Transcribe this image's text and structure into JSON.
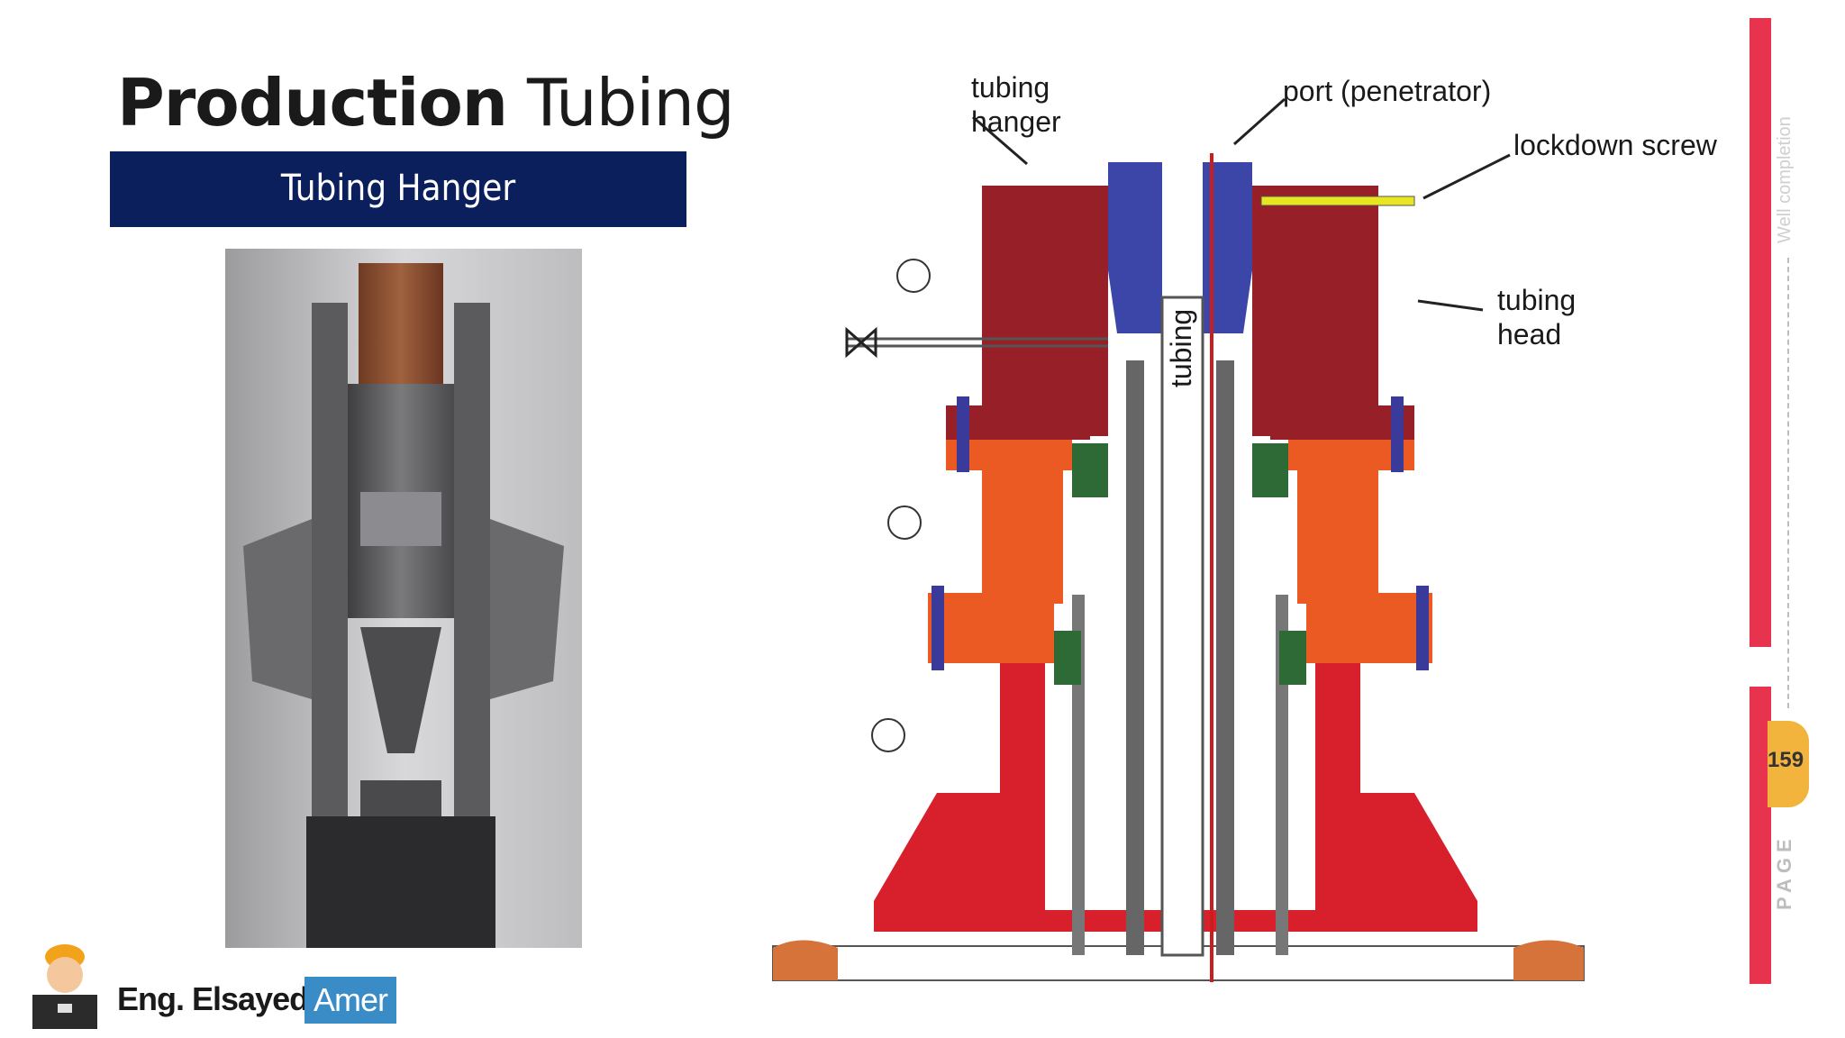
{
  "slide": {
    "title_bold": "Production",
    "title_light": "Tubing",
    "subtitle": "Tubing Hanger"
  },
  "diagram": {
    "labels": {
      "tubing_hanger_line1": "tubing",
      "tubing_hanger_line2": "hanger",
      "port": "port (penetrator)",
      "lockdown": "lockdown screw",
      "tubing_head_line1": "tubing",
      "tubing_head_line2": "head",
      "tubing_center": "tubing"
    }
  },
  "footer": {
    "name": "Eng. Elsayed",
    "highlight": "Amer"
  },
  "sidebar": {
    "section": "Well completion",
    "page_word": "PAGE",
    "page_number": "159"
  },
  "colors": {
    "banner": "#0a1f5c",
    "rail": "#e8334f",
    "badge": "#f2b43c",
    "amer_box": "#3a8cc7"
  },
  "icons": {
    "avatar": "engineer-avatar-icon"
  }
}
